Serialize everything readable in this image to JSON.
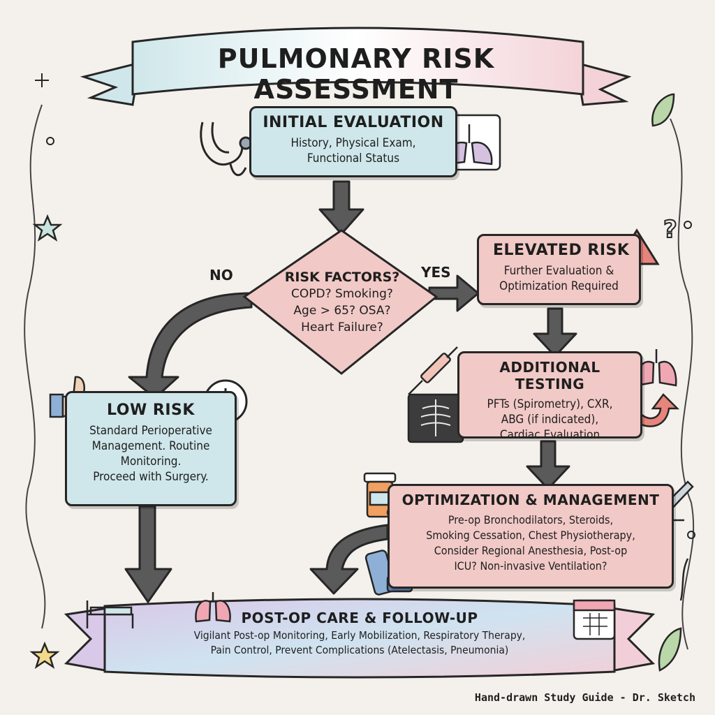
{
  "banner": {
    "title": "PULMONARY RISK ASSESSMENT"
  },
  "initial": {
    "title": "INITIAL EVALUATION",
    "lines": [
      "History, Physical Exam,",
      "Functional Status"
    ]
  },
  "decision": {
    "lines": [
      "RISK FACTORS?",
      "COPD? Smoking?",
      "Age > 65? OSA?",
      "Heart Failure?"
    ]
  },
  "branches": {
    "no": "NO",
    "yes": "YES"
  },
  "elevated": {
    "title": "ELEVATED RISK",
    "lines": [
      "Further Evaluation &",
      "Optimization Required"
    ]
  },
  "testing": {
    "title": "ADDITIONAL TESTING",
    "lines": [
      "PFTs (Spirometry), CXR,",
      "ABG (if indicated),",
      "Cardiac Evaluation"
    ]
  },
  "low": {
    "title": "LOW RISK",
    "lines": [
      "Standard Perioperative",
      "Management. Routine",
      "Monitoring.",
      "Proceed with Surgery."
    ]
  },
  "optimization": {
    "title": "OPTIMIZATION & MANAGEMENT",
    "lines": [
      "Pre-op Bronchodilators, Steroids,",
      "Smoking Cessation, Chest Physiotherapy,",
      "Consider Regional Anesthesia, Post-op",
      "ICU? Non-invasive Ventilation?"
    ]
  },
  "postop": {
    "title": "POST-OP CARE & FOLLOW-UP",
    "lines": [
      "Vigilant Post-op Monitoring, Early Mobilization, Respiratory Therapy,",
      "Pain Control, Prevent Complications (Atelectasis, Pneumonia)"
    ]
  },
  "footer": {
    "credit": "Hand-drawn Study Guide - Dr. Sketch"
  },
  "colors": {
    "blue": "#cfe7ea",
    "pink": "#f1c9c6",
    "ink": "#262626",
    "arrow": "#5a5a5a"
  },
  "icons": [
    "stethoscope-icon",
    "lungs-icon",
    "warning-icon",
    "question-mark-icon",
    "syringe-icon",
    "x-ray-icon",
    "thumbs-up-icon",
    "clock-icon",
    "pill-bottle-icon",
    "inhaler-icon",
    "scalpel-icon",
    "bed-icon",
    "calendar-icon",
    "leaf-icon",
    "star-icon"
  ]
}
